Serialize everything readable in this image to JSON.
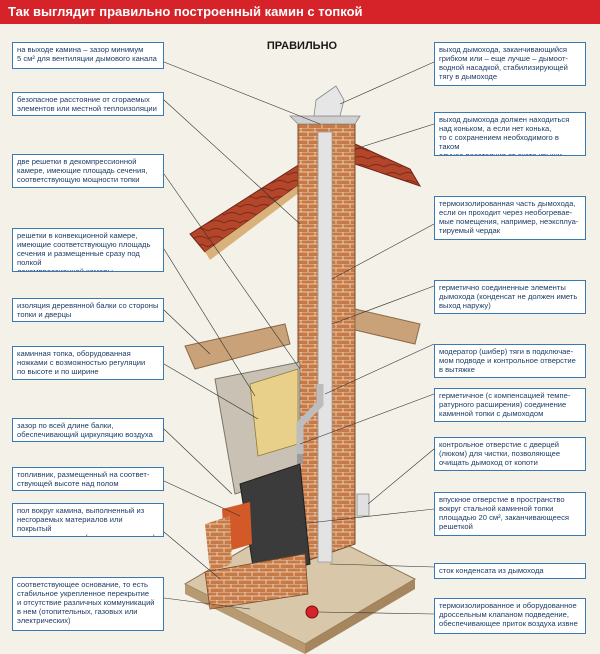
{
  "title": "Так выглядит правильно построенный камин с топкой",
  "center_label": "ПРАВИЛЬНО",
  "colors": {
    "title_bg": "#d6232a",
    "box_border": "#3a78b0",
    "box_text": "#1e3d66",
    "brick": "#c77a45",
    "roof": "#b2452a",
    "slab": "#c9a27a"
  },
  "left_labels": [
    "на выходе камина – зазор минимум\n5 см² для вентиляции дымового канала",
    "безопасное расстояние от сгораемых\nэлементов или местной теплоизоляции",
    "две решетки в декомпрессионной\nкамере, имеющие площадь сечения,\nсоответствующую мощности топки",
    "решетки в конвекционной камере,\nимеющие соответствующую площадь\nсечения и размещенные сразу под полкой\nдекомпрессионной камеры",
    "изоляция деревянной балки со стороны\nтопки и дверцы",
    "каминная топка, оборудованная\nножками с возможностью регуляции\nпо высоте и по ширине",
    "зазор по всей длине балки,\nобеспечивающий циркуляцию воздуха",
    "топливник, размещенный на соответ-\nствующей высоте над полом",
    "пол вокруг камина, выполненный из\nнесгораемых материалов или покрытый\nтаким материалом (например, жестью)",
    "соответствующее основание, то есть\nстабильное укрепленное перекрытие\nи отсутствие различных коммуникаций\nв нем (отопительных, газовых или\nэлектрических)"
  ],
  "right_labels": [
    "выход дымохода, заканчивающийся\nгрибком или – еще лучше – дымоот-\nводной насадкой, стабилизирующей\nтягу в дымоходе",
    "выход дымохода должен находиться\nнад коньком, а если нет конька,\nто с сохранением необходимого в таком\nслучае расстояния от ската крыши",
    "термоизолированная часть дымохода,\nесли он проходит через необогревае-\nмые помещения, например, неэксплуа-\nтируемый чердак",
    "герметично соединенные элементы\nдымохода (конденсат не должен иметь\nвыход наружу)",
    "модератор (шибер) тяги в подключае-\nмом подводе и контрольное отверстие\nв вытяжке",
    "герметичное (с компенсацией темпе-\nратурного расширения) соединение\nкаминной топки с дымоходом",
    "контрольное отверстие с дверцей\n(люком) для чистки, позволяющее\nочищать дымоход от копоти",
    "впускное отверстие в пространство\nвокруг стальной каминной топки\nплощадью 20 см², заканчивающееся\nрешеткой",
    "сток конденсата из дымохода",
    "термоизолированное и оборудованное\nдроссельным клапаном подведение,\nобеспечивающее приток воздуха извне"
  ]
}
